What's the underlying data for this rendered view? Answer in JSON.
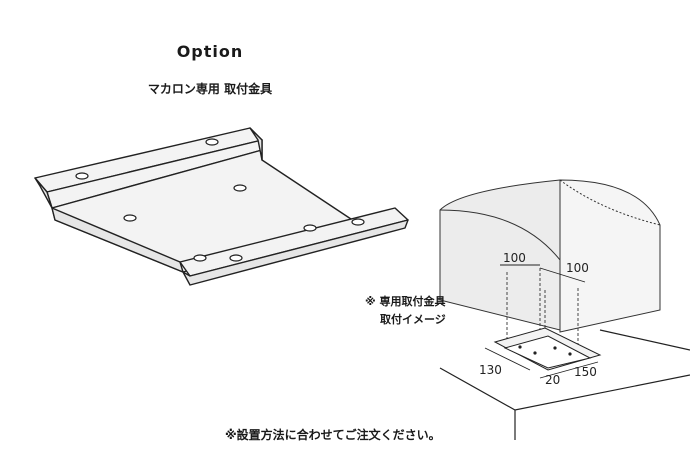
{
  "header": {
    "title": "Option",
    "subtitle": "マカロン専用 取付金具"
  },
  "annotation": {
    "line1": "※ 専用取付金具",
    "line2": "取付イメージ"
  },
  "dimensions": {
    "top_left": "100",
    "top_right": "100",
    "bottom_left": "130",
    "bottom_mid": "20",
    "bottom_right": "150"
  },
  "footer": {
    "note": "※設置方法に合わせてご注文ください。"
  },
  "icons": [
    "bracket-illustration",
    "installation-illustration"
  ]
}
